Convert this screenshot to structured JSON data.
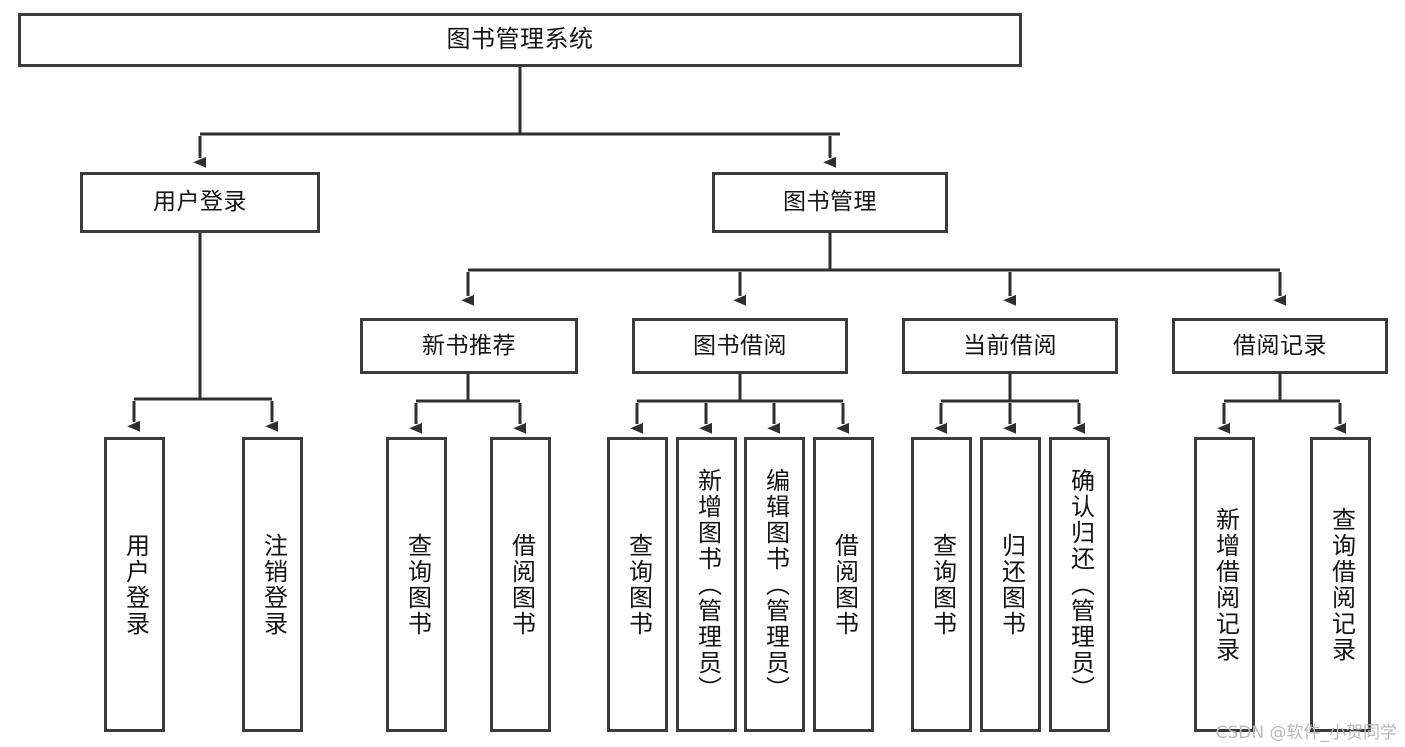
{
  "diagram": {
    "type": "tree-hierarchy-flowchart",
    "title": "图书管理系统",
    "watermark": "CSDN @软件_小贺同学",
    "colors": {
      "node_border": "#3b3b3b",
      "node_fill": "#ffffff",
      "connector": "#2f2f2f",
      "text": "#141414",
      "watermark": "#b9b9b9"
    },
    "levels": {
      "root": "图书管理系统",
      "level2": [
        "用户登录",
        "图书管理"
      ],
      "level3": [
        "新书推荐",
        "图书借阅",
        "当前借阅",
        "借阅记录"
      ]
    },
    "nodes": {
      "root": {
        "label": "图书管理系统"
      },
      "user_login": {
        "label": "用户登录"
      },
      "book_manage": {
        "label": "图书管理"
      },
      "new_book_rec": {
        "label": "新书推荐"
      },
      "book_borrow": {
        "label": "图书借阅"
      },
      "current_borrow": {
        "label": "当前借阅"
      },
      "borrow_record": {
        "label": "借阅记录"
      },
      "leaf_user_login": {
        "label": "用户登录"
      },
      "leaf_logout": {
        "label": "注销登录"
      },
      "leaf_query_book_1": {
        "label": "查询图书"
      },
      "leaf_borrow_book_1": {
        "label": "借阅图书"
      },
      "leaf_query_book_2": {
        "label": "查询图书"
      },
      "leaf_add_book": {
        "label": "新增图书（管理员）"
      },
      "leaf_edit_book": {
        "label": "编辑图书（管理员）"
      },
      "leaf_borrow_book_2": {
        "label": "借阅图书"
      },
      "leaf_query_book_3": {
        "label": "查询图书"
      },
      "leaf_return_book": {
        "label": "归还图书"
      },
      "leaf_confirm_return": {
        "label": "确认归还（管理员）"
      },
      "leaf_add_record": {
        "label": "新增借阅记录"
      },
      "leaf_query_record": {
        "label": "查询借阅记录"
      }
    },
    "edges": [
      {
        "from": "root",
        "to": "user_login"
      },
      {
        "from": "root",
        "to": "book_manage"
      },
      {
        "from": "user_login",
        "to": "leaf_user_login"
      },
      {
        "from": "user_login",
        "to": "leaf_logout"
      },
      {
        "from": "book_manage",
        "to": "new_book_rec"
      },
      {
        "from": "book_manage",
        "to": "book_borrow"
      },
      {
        "from": "book_manage",
        "to": "current_borrow"
      },
      {
        "from": "book_manage",
        "to": "borrow_record"
      },
      {
        "from": "new_book_rec",
        "to": "leaf_query_book_1"
      },
      {
        "from": "new_book_rec",
        "to": "leaf_borrow_book_1"
      },
      {
        "from": "book_borrow",
        "to": "leaf_query_book_2"
      },
      {
        "from": "book_borrow",
        "to": "leaf_add_book"
      },
      {
        "from": "book_borrow",
        "to": "leaf_edit_book"
      },
      {
        "from": "book_borrow",
        "to": "leaf_borrow_book_2"
      },
      {
        "from": "current_borrow",
        "to": "leaf_query_book_3"
      },
      {
        "from": "current_borrow",
        "to": "leaf_return_book"
      },
      {
        "from": "current_borrow",
        "to": "leaf_confirm_return"
      },
      {
        "from": "borrow_record",
        "to": "leaf_add_record"
      },
      {
        "from": "borrow_record",
        "to": "leaf_query_record"
      }
    ]
  }
}
